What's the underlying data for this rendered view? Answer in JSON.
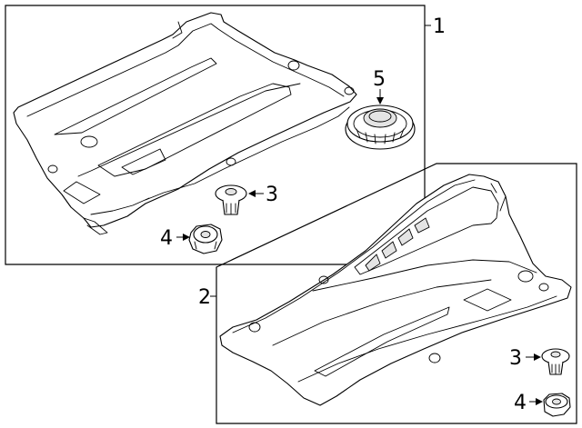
{
  "callouts": {
    "c1": "1",
    "c2": "2",
    "c3a": "3",
    "c3b": "3",
    "c4a": "4",
    "c4b": "4",
    "c5": "5"
  }
}
